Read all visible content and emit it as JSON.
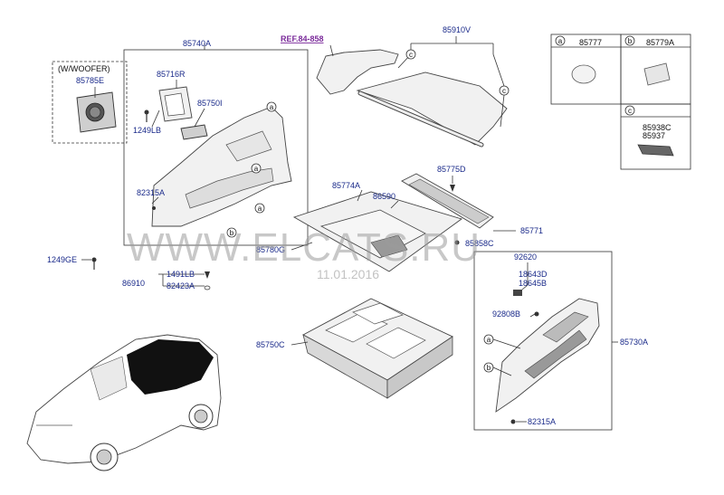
{
  "ref_label": "REF.84-858",
  "callouts": {
    "c85740A": "85740A",
    "c85910V": "85910V",
    "c85716R": "85716R",
    "c85750I": "85750I",
    "c85785E": "85785E",
    "c1249LB": "1249LB",
    "c82315A_top": "82315A",
    "c1249GE": "1249GE",
    "c86910": "86910",
    "c1491LB": "1491LB",
    "c82423A": "82423A",
    "c85774A": "85774A",
    "c86590": "86590",
    "c85775D": "85775D",
    "c85771": "85771",
    "c85780G": "85780G",
    "c85858C": "85858C",
    "c92620": "92620",
    "c18643D": "18643D",
    "c18645B": "18645B",
    "c92808B": "92808B",
    "c85730A": "85730A",
    "c85750C": "85750C",
    "c82315A_bot": "82315A"
  },
  "woofer_box_label": "(W/WOOFER)",
  "legend": {
    "a_letter": "a",
    "a_part": "85777",
    "b_letter": "b",
    "b_part": "85779A",
    "c_letter": "c",
    "c_part1": "85938C",
    "c_part2": "85937"
  },
  "markers": {
    "a": "a",
    "b": "b",
    "c": "c"
  },
  "watermark": "WWW.ELCATS.RU",
  "watermark_date": "11.01.2016",
  "colors": {
    "label": "#1a2a8a",
    "ref": "#7a2a9a",
    "watermark": "#9a9a9a"
  }
}
